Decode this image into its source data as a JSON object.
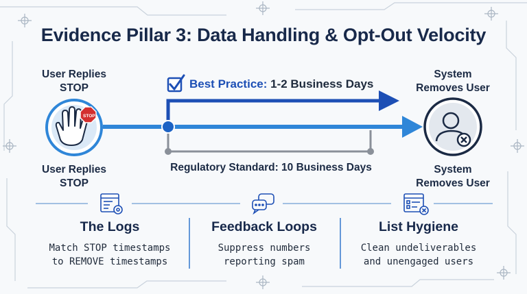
{
  "title": "Evidence Pillar 3: Data Handling & Opt-Out Velocity",
  "timeline": {
    "start_label_top": [
      "User Replies",
      "STOP"
    ],
    "start_label_bottom": [
      "User Replies",
      "STOP"
    ],
    "end_label_top": [
      "System",
      "Removes User"
    ],
    "end_label_bottom": [
      "System",
      "Removes User"
    ],
    "stop_sign_text": "STOP",
    "best_practice": {
      "label": "Best Practice:",
      "value": " 1-2 Business Days"
    },
    "regulatory": "Regulatory Standard: 10 Business Days"
  },
  "cards": [
    {
      "title": "The Logs",
      "lines": [
        "Match STOP timestamps",
        "to REMOVE timestamps"
      ],
      "icon": "log-settings-icon"
    },
    {
      "title": "Feedback Loops",
      "lines": [
        "Suppress numbers",
        "reporting spam"
      ],
      "icon": "chat-bubbles-icon"
    },
    {
      "title": "List Hygiene",
      "lines": [
        "Clean undeliverables",
        "and unengaged users"
      ],
      "icon": "list-remove-icon"
    }
  ],
  "colors": {
    "primary_blue": "#1d4fb5",
    "light_blue": "#2f86d8",
    "navy": "#18294a",
    "gray_line": "#8a9099"
  }
}
